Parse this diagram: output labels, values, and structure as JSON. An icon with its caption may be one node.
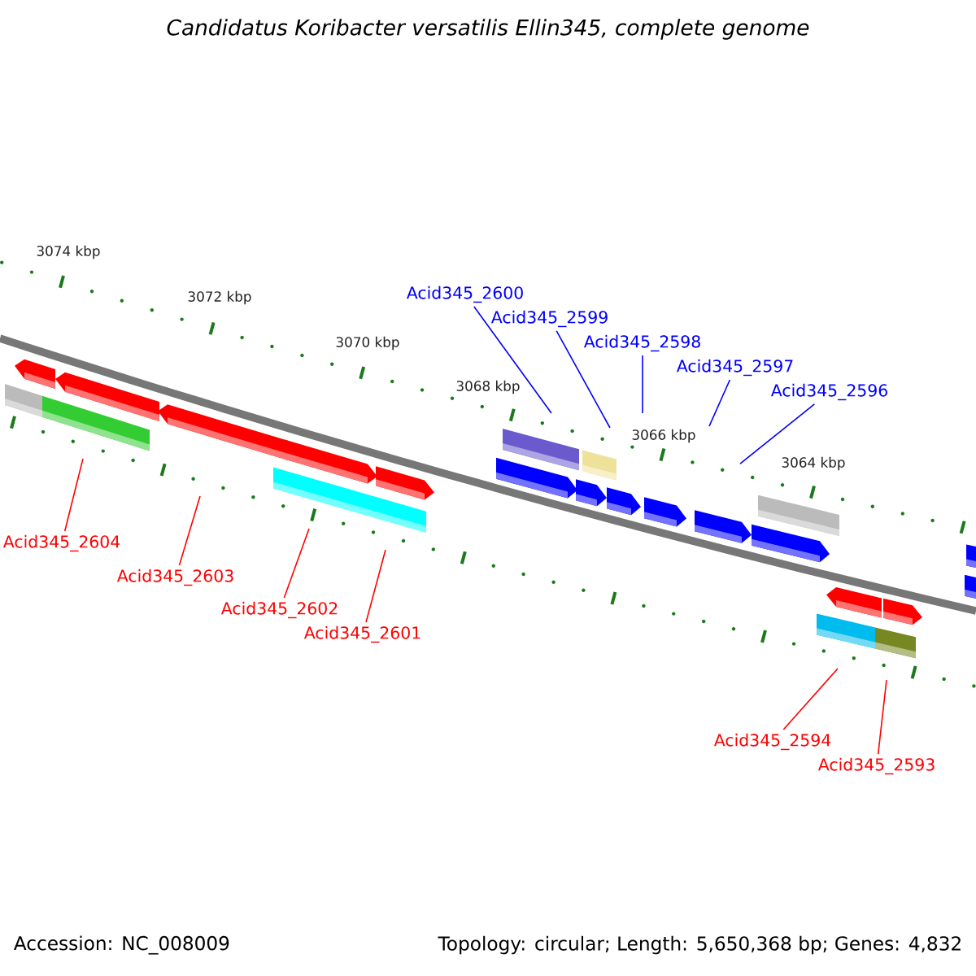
{
  "diagram": {
    "title": "Candidatus Koribacter versatilis Ellin345, complete genome",
    "nodes": [
      {
        "text": [
          "Acid345_2600"
        ]
      },
      {
        "text": [
          "Acid345_2599"
        ]
      },
      {
        "text": [
          "Acid345_2598"
        ]
      },
      {
        "text": [
          "Acid345_2597"
        ]
      },
      {
        "text": [
          "Acid345_2596"
        ]
      },
      {
        "text": [
          "Acid345_2604"
        ]
      },
      {
        "text": [
          "Acid345_2603"
        ]
      },
      {
        "text": [
          "Acid345_2602"
        ]
      },
      {
        "text": [
          "Acid345_2601"
        ]
      },
      {
        "text": [
          "Acid345_2594"
        ]
      },
      {
        "text": [
          "Acid345_2593"
        ]
      }
    ],
    "edges": [
      {
        "from": 0,
        "to": null,
        "arrow": "none",
        "color": "#0000ff"
      },
      {
        "from": 1,
        "to": null,
        "arrow": "none",
        "color": "#0000ff"
      },
      {
        "from": 2,
        "to": null,
        "arrow": "none",
        "color": "#0000ff"
      },
      {
        "from": 3,
        "to": null,
        "arrow": "none",
        "color": "#0000ff"
      },
      {
        "from": 4,
        "to": null,
        "arrow": "none",
        "color": "#0000ff"
      },
      {
        "from": 5,
        "to": null,
        "arrow": "none"
      },
      {
        "from": 6,
        "to": null,
        "arrow": "none"
      },
      {
        "from": 7,
        "to": null,
        "arrow": "none"
      },
      {
        "from": 8,
        "to": null,
        "arrow": "none"
      },
      {
        "from": 9,
        "to": null,
        "arrow": "none"
      },
      {
        "from": 10,
        "to": null,
        "arrow": "none"
      }
    ],
    "labels": [
      "3074 kbp",
      "3072 kbp",
      "3070 kbp",
      "3068 kbp",
      "3066 kbp",
      "3064 kbp",
      "Accession: NC_008009",
      "Topology: circular; Length: 5,650,368 bp; Genes: 4,832"
    ]
  }
}
